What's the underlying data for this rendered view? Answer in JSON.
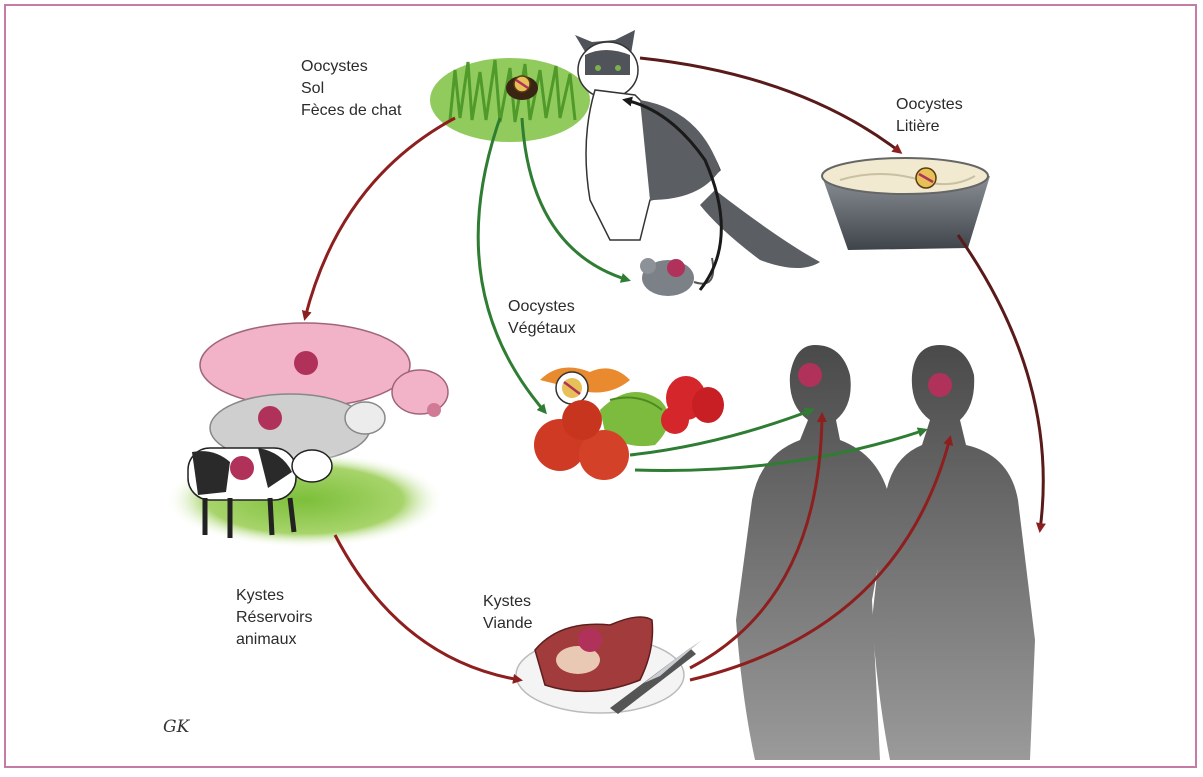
{
  "labels": {
    "cat_feces": [
      "Oocystes",
      "Sol",
      "Fèces de chat"
    ],
    "litter": [
      "Oocystes",
      "Litière"
    ],
    "vegetables": [
      "Oocystes",
      "Végétaux"
    ],
    "animal_reservoirs": [
      "Kystes",
      "Réservoirs",
      "animaux"
    ],
    "meat": [
      "Kystes",
      "Viande"
    ]
  },
  "signature": "GK",
  "colors": {
    "border": "#c67aa6",
    "arrow_red": "#8e1f1f",
    "arrow_green": "#2e7d32",
    "arrow_black": "#1a1a1a",
    "silhouette": "#5c5c5c",
    "cyst": "#b0325a"
  }
}
